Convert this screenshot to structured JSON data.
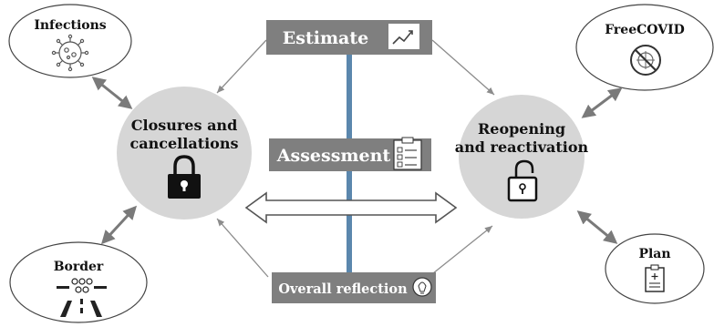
{
  "center": {
    "estimate": "Estimate",
    "assessment": "Assessment",
    "reflection": "Overall reflection"
  },
  "left": {
    "closures_line1": "Closures and",
    "closures_line2": "cancellations",
    "infections": "Infections",
    "border": "Border"
  },
  "right": {
    "reopening_line1": "Reopening",
    "reopening_line2": "and reactivation",
    "freecovid": "FreeCOVID",
    "plan": "Plan"
  },
  "colors": {
    "box_fill": "#7f7f7f",
    "circle_fill": "#d6d6d6",
    "spine": "#5b87ad",
    "arrow": "#8c8c8c"
  },
  "icons": {
    "estimate": "trend-chart-icon",
    "assessment": "clipboard-checklist-icon",
    "reflection": "lightbulb-icon",
    "closures": "locked-padlock-icon",
    "reopening": "unlocked-padlock-icon",
    "infections": "virus-icon",
    "freecovid": "no-virus-icon",
    "border": "crowd-road-icon",
    "plan": "clipboard-plan-icon"
  }
}
